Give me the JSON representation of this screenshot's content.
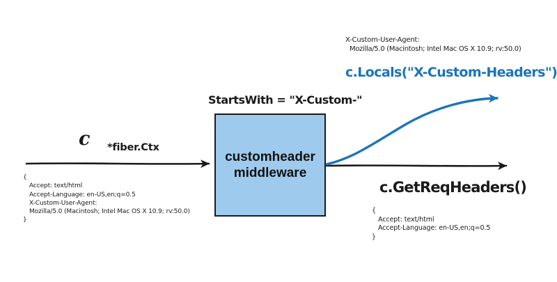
{
  "canvas": {
    "bg": "#ffffff",
    "ink": "#1a1a1a",
    "accent_blue": "#1b74bc",
    "box_fill": "#9ecbed"
  },
  "request": {
    "ctx_var": "c",
    "ctx_type": "*fiber.Ctx",
    "headers": {
      "open_brace": "{",
      "lines": [
        "Accept: text/html",
        "Accept-Language: en-US,en;q=0.5",
        "X-Custom-User-Agent:",
        "Mozilla/5.0 (Macintosh; Intel Mac OS X 10.9; rv:50.0)"
      ],
      "close_brace": "}"
    }
  },
  "middleware": {
    "condition": "StartsWith = \"X-Custom-\"",
    "name_line1": "customheader",
    "name_line2": "middleware"
  },
  "locals": {
    "header_name": "X-Custom-User-Agent:",
    "header_value": "Mozilla/5.0 (Macintosh; Intel Mac OS X 10.9; rv:50.0)",
    "label": "c.Locals(\"X-Custom-Headers\")"
  },
  "response": {
    "label": "c.GetReqHeaders()",
    "headers": {
      "open_brace": "{",
      "lines": [
        "Accept: text/html",
        "Accept-Language: en-US,en;q=0.5"
      ],
      "close_brace": "}"
    }
  }
}
